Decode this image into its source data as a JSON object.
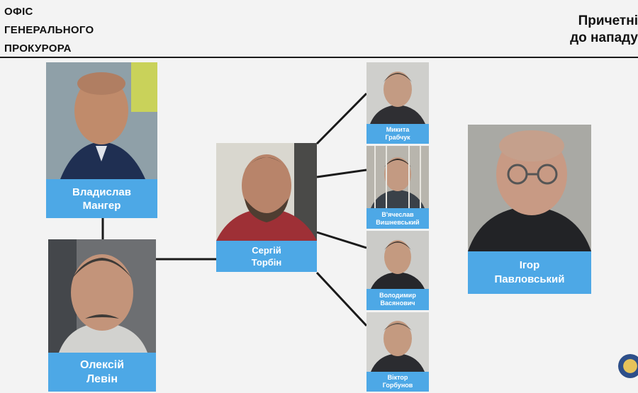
{
  "header": {
    "org_line1": "ОФІС",
    "org_line2": "ГЕНЕРАЛЬНОГО",
    "org_line3": "ПРОКУРОРА",
    "title_line1": "Причетні",
    "title_line2": "до нападу"
  },
  "people": [
    {
      "id": "manger",
      "line1": "Владислав",
      "line2": "Мангер"
    },
    {
      "id": "levin",
      "line1": "Олексій",
      "line2": "Левін"
    },
    {
      "id": "torbin",
      "line1": "Сергій",
      "line2": "Торбін"
    },
    {
      "id": "grabchuk",
      "line1": "Микита",
      "line2": "Грабчук"
    },
    {
      "id": "vyshnevskyi",
      "line1": "В'ячеслав",
      "line2": "Вишневський"
    },
    {
      "id": "vasianovych",
      "line1": "Володимир",
      "line2": "Васянович"
    },
    {
      "id": "horbunov",
      "line1": "Віктор",
      "line2": "Горбунов"
    },
    {
      "id": "pavlovskyi",
      "line1": "Ігор",
      "line2": "Павловський"
    }
  ],
  "colors": {
    "label_bg": "#4da8e6",
    "label_text": "#ffffff",
    "line": "#1a1a1a"
  },
  "icons": {
    "seal": "prosecutor-office-seal-icon"
  }
}
